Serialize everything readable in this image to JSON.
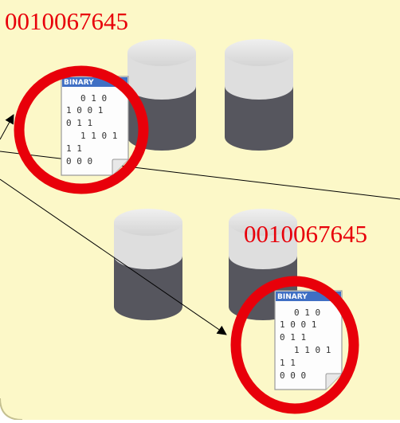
{
  "diagram": {
    "id_label_top": "0010067645",
    "id_label_bottom": "0010067645",
    "file_icon_header_top": "BINARY",
    "file_icon_header_bottom": "BINARY",
    "binary_lines": [
      "0 1   0",
      "1   0 0 1",
      "0   1 1",
      "1 1 0 1",
      "1 1",
      "0 0 0"
    ]
  },
  "colors": {
    "background": "#fcf8c8",
    "border": "#c4c090",
    "highlight_red": "#e8000a",
    "cylinder_top": "#dedede",
    "cylinder_body": "#56565e",
    "label_text": "#e8000a",
    "arrow": "#000000",
    "icon_header": "#3f6fc4"
  },
  "icons": [
    "database-cylinder-icon",
    "binary-file-icon",
    "highlight-circle"
  ]
}
